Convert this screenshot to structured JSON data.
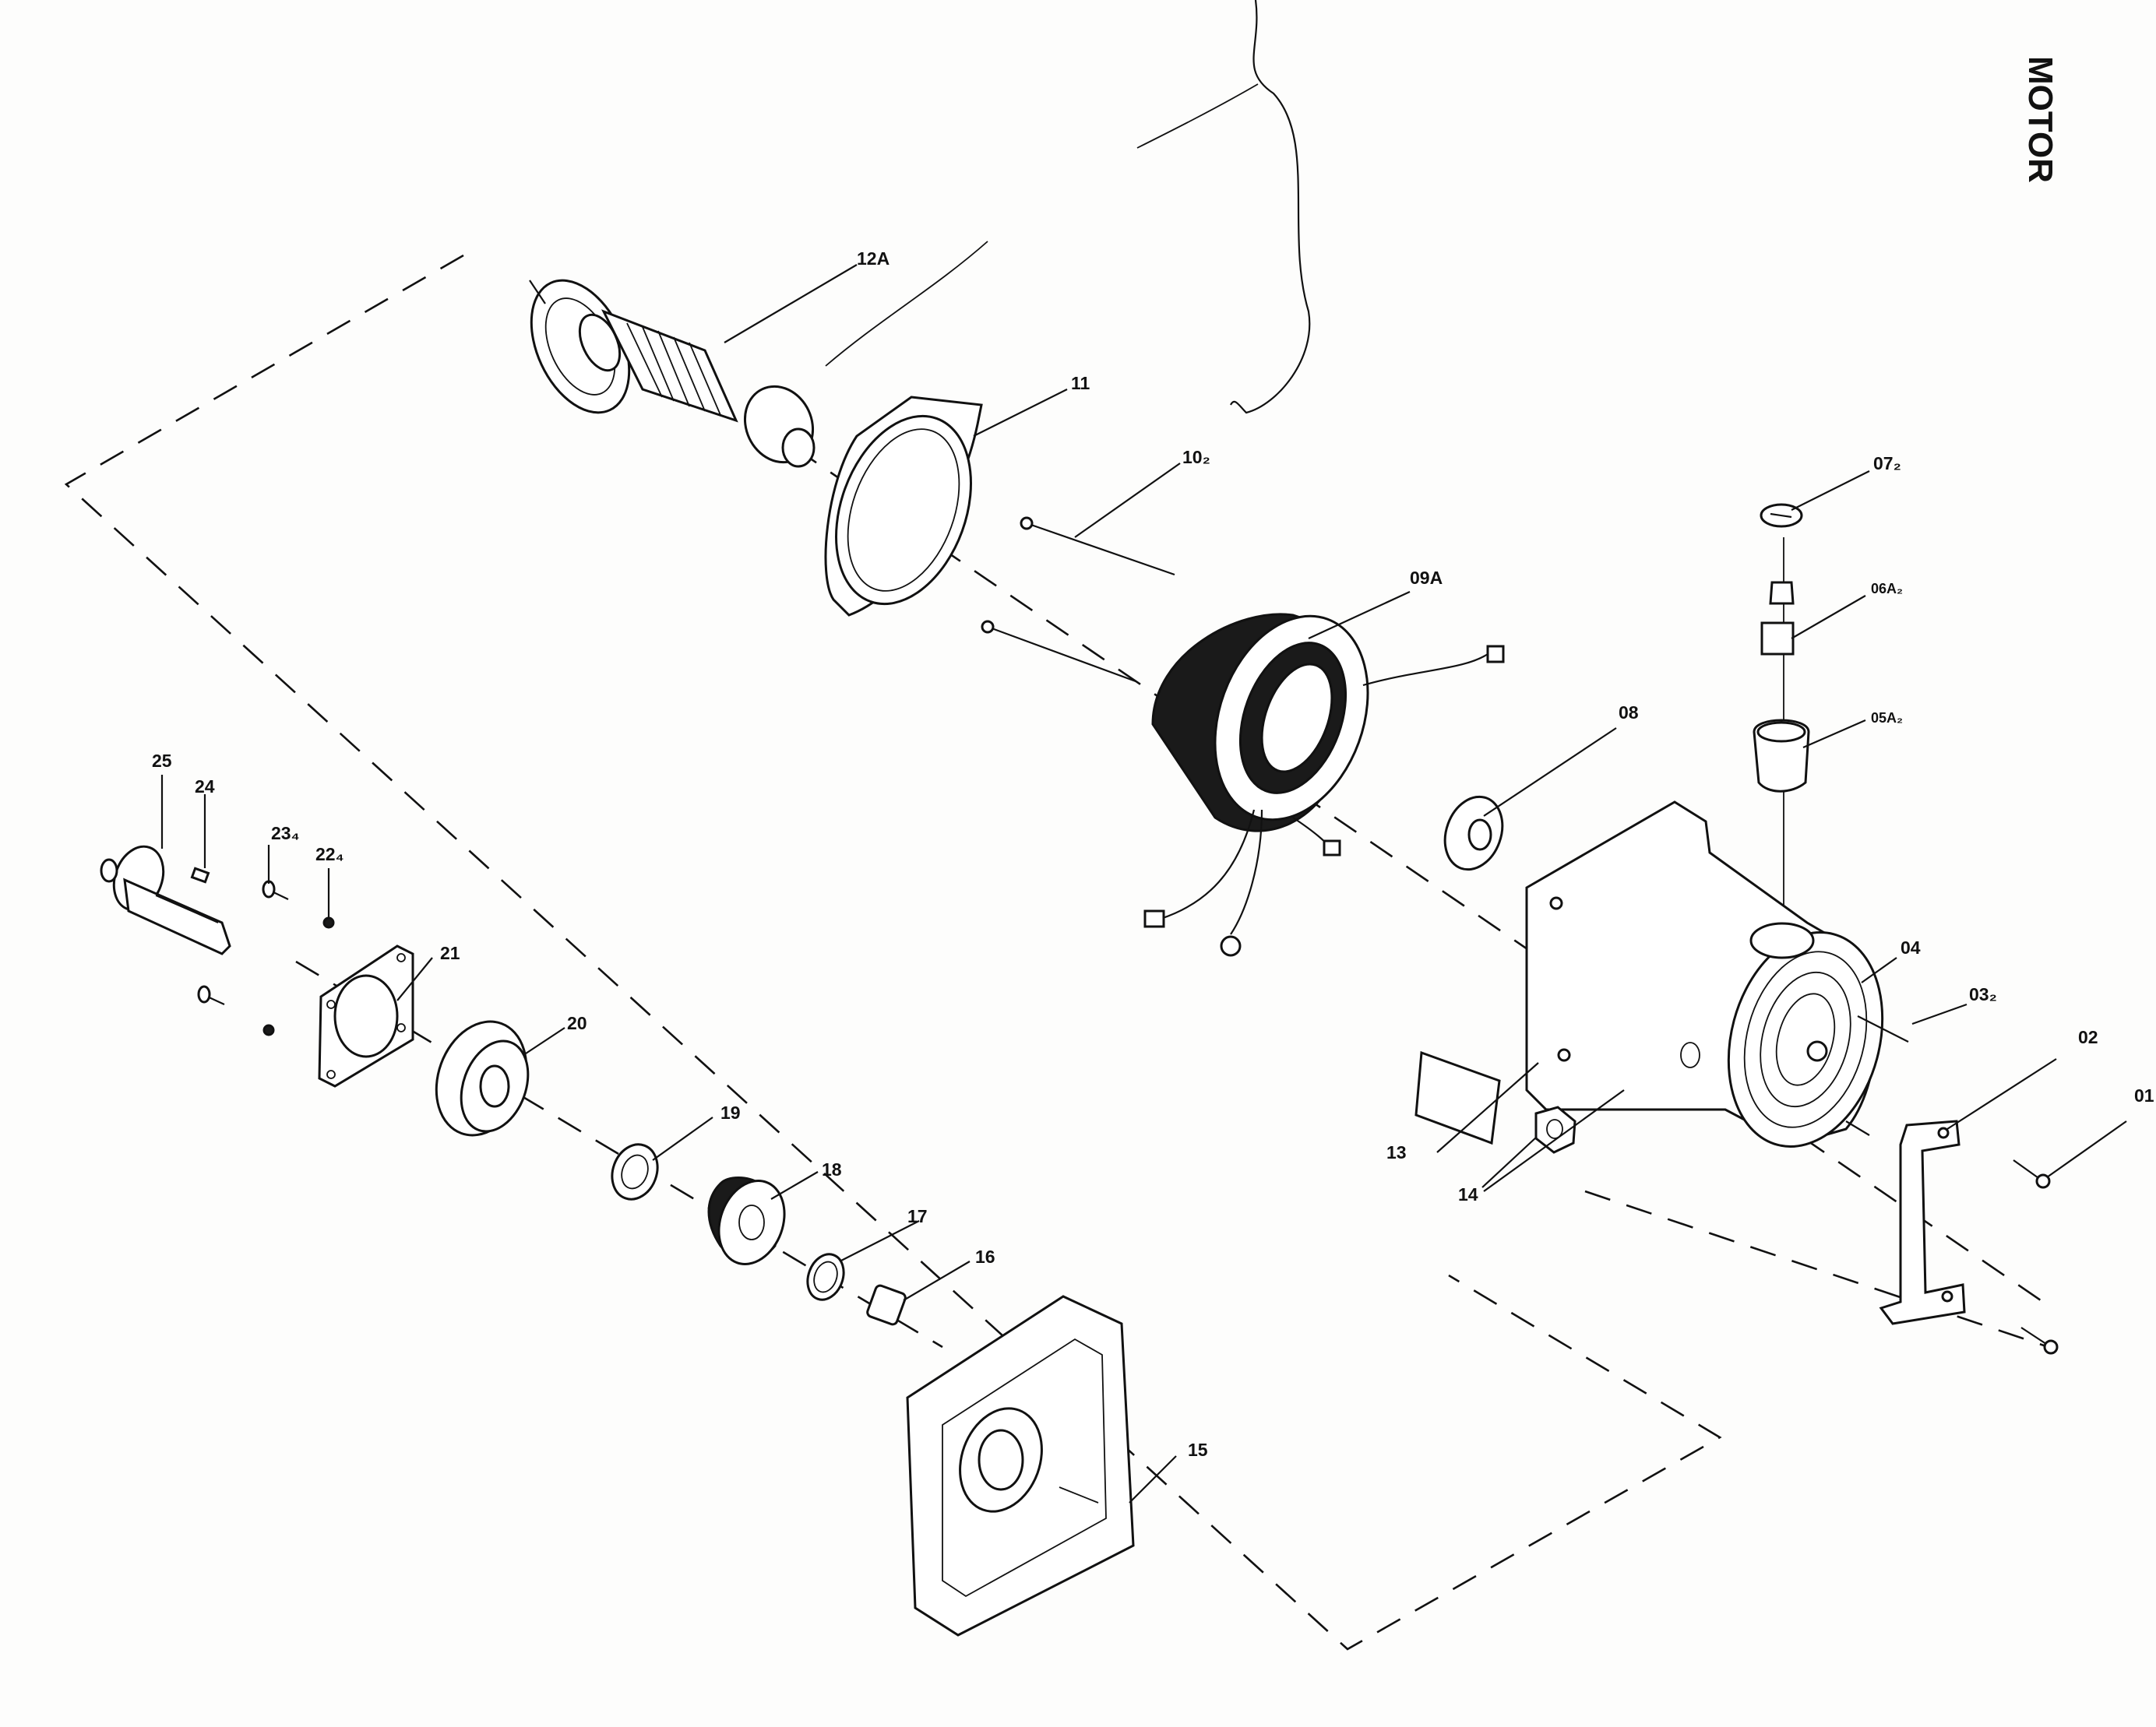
{
  "title": "MOTOR",
  "callouts": [
    {
      "id": "12A",
      "text": "12A"
    },
    {
      "id": "11",
      "text": "11"
    },
    {
      "id": "10",
      "text": "10₂"
    },
    {
      "id": "09A",
      "text": "09A"
    },
    {
      "id": "08",
      "text": "08"
    },
    {
      "id": "07",
      "text": "07₂"
    },
    {
      "id": "06A",
      "text": "06A₂"
    },
    {
      "id": "05A",
      "text": "05A₂"
    },
    {
      "id": "04",
      "text": "04"
    },
    {
      "id": "03",
      "text": "03₂"
    },
    {
      "id": "02",
      "text": "02"
    },
    {
      "id": "01",
      "text": "01"
    },
    {
      "id": "13",
      "text": "13"
    },
    {
      "id": "14",
      "text": "14"
    },
    {
      "id": "15",
      "text": "15"
    },
    {
      "id": "16",
      "text": "16"
    },
    {
      "id": "17",
      "text": "17"
    },
    {
      "id": "18",
      "text": "18"
    },
    {
      "id": "19",
      "text": "19"
    },
    {
      "id": "20",
      "text": "20"
    },
    {
      "id": "21",
      "text": "21"
    },
    {
      "id": "22",
      "text": "22₄"
    },
    {
      "id": "23",
      "text": "23₄"
    },
    {
      "id": "24",
      "text": "24"
    },
    {
      "id": "25",
      "text": "25"
    }
  ]
}
